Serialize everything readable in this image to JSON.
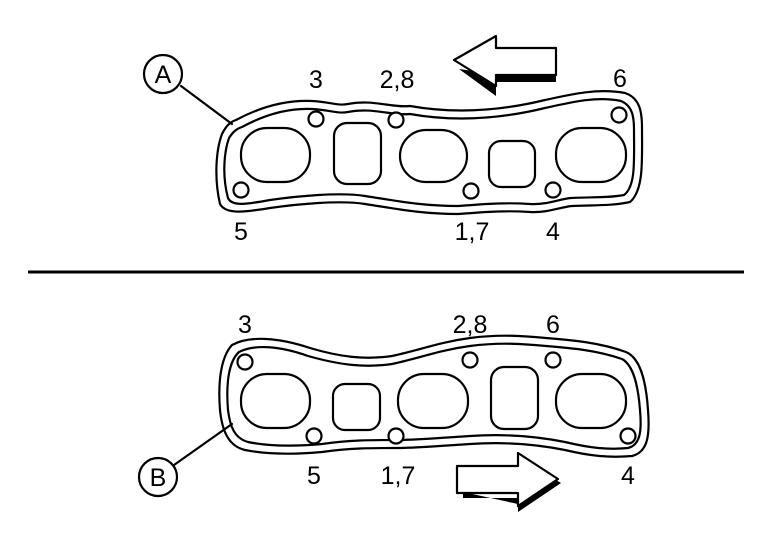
{
  "panel_a": {
    "callout": "A",
    "labels": {
      "l3": "3",
      "l28": "2,8",
      "l6": "6",
      "l5": "5",
      "l17": "1,7",
      "l4": "4"
    }
  },
  "panel_b": {
    "callout": "B",
    "labels": {
      "l3": "3",
      "l28": "2,8",
      "l6": "6",
      "l5": "5",
      "l17": "1,7",
      "l4": "4"
    }
  },
  "arrows": {
    "panel_a": "left-arrow-icon",
    "panel_b": "right-arrow-icon"
  },
  "colors": {
    "line": "#000000",
    "background": "#ffffff"
  }
}
